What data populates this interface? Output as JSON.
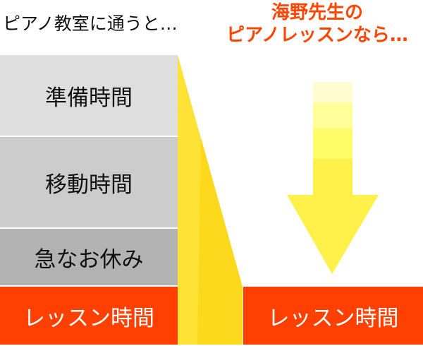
{
  "headings": {
    "left": "ピアノ教室に通うと…",
    "right_line1": "海野先生の",
    "right_line2": "ピアノレッスンなら…"
  },
  "left_stack": [
    {
      "label": "準備時間",
      "color": "#dedede"
    },
    {
      "label": "移動時間",
      "color": "#cccccc"
    },
    {
      "label": "急なお休み",
      "color": "#b3b3b3"
    },
    {
      "label": "レッスン時間",
      "color": "#ff4000"
    }
  ],
  "right_result": {
    "label": "レッスン時間",
    "color": "#ff4000"
  },
  "colors": {
    "accent_orange": "#ff4500",
    "funnel_yellow_light": "#ffe236",
    "funnel_yellow_dark": "#fcd91c",
    "arrow_yellow": "#fff04a"
  },
  "icons": {
    "funnel": "yellow-funnel-shape",
    "arrow": "down-arrow-gradient"
  }
}
